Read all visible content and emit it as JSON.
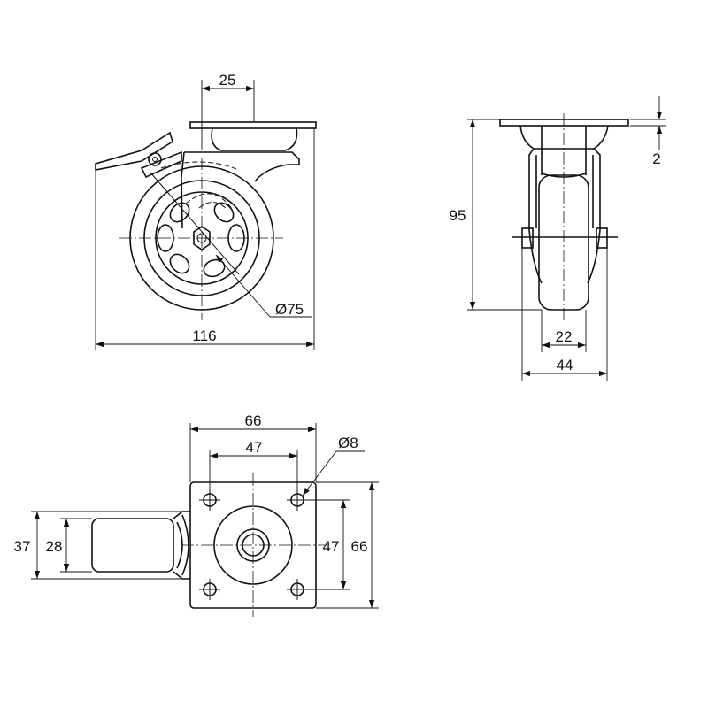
{
  "drawing": {
    "side_view": {
      "dim_top_offset": "25",
      "dim_overall_length": "116",
      "dim_wheel_diameter": "Ø75"
    },
    "front_view": {
      "dim_plate_thickness": "2",
      "dim_total_height": "95",
      "dim_wheel_width": "22",
      "dim_fork_width": "44"
    },
    "top_view": {
      "dim_plate_width": "66",
      "dim_hole_spacing_x": "47",
      "dim_hole_diameter": "Ø8",
      "dim_plate_height": "66",
      "dim_hole_spacing_y": "47",
      "dim_brake_outer": "37",
      "dim_brake_inner": "28"
    }
  }
}
